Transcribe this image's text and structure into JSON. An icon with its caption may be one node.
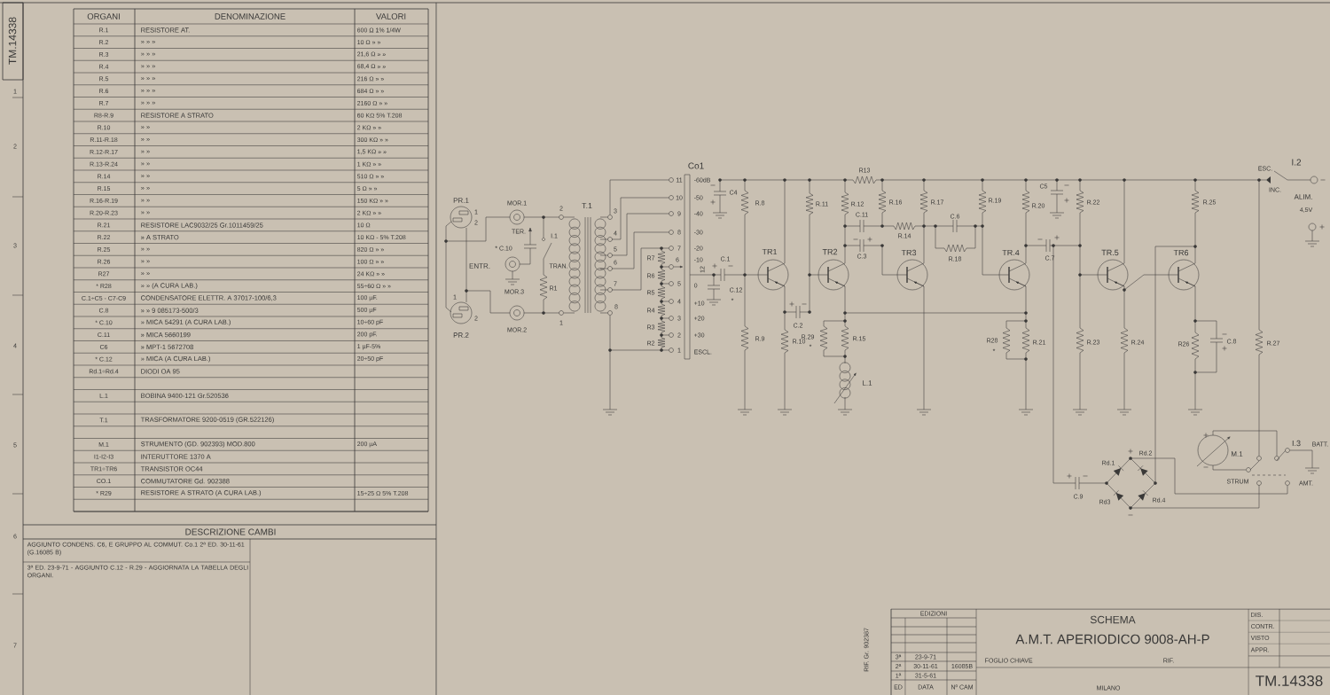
{
  "diagram": {
    "labels": [
      "TM.14338",
      "1",
      "2",
      "3",
      "4",
      "5",
      "6",
      "7",
      "ORGANI",
      "DENOMINAZIONE",
      "VALORI",
      "R.1",
      "RESISTORE AT.",
      "600 Ω 1% 1/4W",
      "R.2",
      "» » »",
      "10 Ω » »",
      "R.3",
      "» » »",
      "21,6 Ω » »",
      "R.4",
      "» » »",
      "68,4 Ω » »",
      "R.5",
      "» » »",
      "216 Ω » »",
      "R.6",
      "» » »",
      "684 Ω » »",
      "R.7",
      "» » »",
      "2160 Ω » »",
      "R8-R.9",
      "RESISTORE A STRATO",
      "60 KΩ 5% T.208",
      "R.10",
      "» »",
      "2 KΩ » »",
      "R.11-R.18",
      "» »",
      "300 KΩ » »",
      "R.12-R.17",
      "» »",
      "1,5 KΩ » »",
      "R.13-R.24",
      "» »",
      "1 KΩ » »",
      "R.14",
      "» »",
      "510 Ω » »",
      "R.15",
      "» »",
      "5 Ω » »",
      "R.16-R.19",
      "» »",
      "150 KΩ » »",
      "R.20-R.23",
      "» »",
      "2 KΩ » »",
      "R.21",
      "RESISTORE LAC9032/25 Gr.1011459/25",
      "10 Ω",
      "R.22",
      "» A STRATO",
      "10 KΩ - 5% T.208",
      "R.25",
      "» »",
      "820 Ω » »",
      "R.26",
      "» »",
      "100 Ω » »",
      "R27",
      "» »",
      "24 KΩ » »",
      "* R28",
      "» » (A CURA LAB.)",
      "55÷60 Ω » »",
      "C.1÷C5 - C7-C9",
      "CONDENSATORE ELETTR. A 37017-100/6,3",
      "100 µF.",
      "C.8",
      "» » 9 085173-500/3",
      "500 µF",
      "* C.10",
      "» MICA 54291 (A CURA LAB.)",
      "10÷60 pF",
      "C.11",
      "» MICA 5660199",
      "200 pF.",
      "C6",
      "» MPT-1 5672708",
      "1 µF-5%",
      "* C.12",
      "» MICA (A CURA LAB.)",
      "20÷50 pF",
      "Rd.1÷Rd.4",
      "DIODI OA 95",
      "L.1",
      "BOBINA 9400-121 Gr.520536",
      "T.1",
      "TRASFORMATORE 9200-0519 (GR.522126)",
      "M.1",
      "STRUMENTO (GD. 902393) MOD.800",
      "200 µA",
      "I1-I2-I3",
      "INTERUTTORE 1370 A",
      "TR1÷TR6",
      "TRANSISTOR OC44",
      "CO.1",
      "COMMUTATORE Gd. 902388",
      "* R29",
      "RESISTORE A STRATO (A CURA LAB.)",
      "15÷25 Ω 5% T.208",
      "DESCRIZIONE CAMBI",
      "AGGIUNTO CONDENS. C6, E GRUPPO AL COMMUT. Co.1 2ª ED. 30-11-61 (G.16085 B)",
      "3ª ED. 23-9-71 - AGGIUNTO C.12 - R.29 - AGGIORNATA LA TABELLA DEGLI ORGANI.",
      "PR.1",
      "1",
      "2",
      "1",
      "2",
      "PR.2",
      "MOR.1",
      "ENTR.",
      "* C.10",
      "TER.",
      "I.1",
      "TRAN.",
      "MOR.3",
      "R1",
      "MOR.2",
      "2",
      "1",
      "T.1",
      "3",
      "4",
      "5",
      "6",
      "7",
      "8",
      "Co1",
      "11",
      "10",
      "9",
      "8",
      "7",
      "6",
      "5",
      "4",
      "3",
      "2",
      "1",
      "-60dB",
      "-50",
      "-40",
      "-30",
      "-20",
      "-10",
      "12",
      "0",
      "+10",
      "+20",
      "+30",
      "ESCL.",
      "R7",
      "R6",
      "R5",
      "R4",
      "R3",
      "R2",
      "C4",
      "R.8",
      "C.1",
      "C.12",
      "*",
      "TR1",
      "R.9",
      "C.2",
      "R.10",
      "R.11",
      "TR2",
      "R.12",
      "C.11",
      "C.3",
      "R13",
      "R.29",
      "*",
      "R.15",
      "L.1",
      "R.16",
      "R.14",
      "R.17",
      "TR3",
      "C.6",
      "R.18",
      "R.19",
      "R.20",
      "C5",
      "C.7",
      "TR.4",
      "R28",
      "*",
      "R.21",
      "R.22",
      "TR.5",
      "R.23",
      "R.24",
      "R.25",
      "TR6",
      "R26",
      "C.8",
      "R.27",
      "I.2",
      "ESC.",
      "INC.",
      "ALIM.",
      "4,5V",
      "Rd.1",
      "Rd.2",
      "Rd3",
      "Rd.4",
      "C.9",
      "M.1",
      "I.3",
      "BATT.",
      "STRUM",
      "AMT.",
      "RIF. Gr. 902387",
      "EDIZIONI",
      "3ª",
      "23-9-71",
      "2ª",
      "30-11-61",
      "16085B",
      "1ª",
      "31-5-61",
      "ED",
      "DATA",
      "Nº CAM",
      "SCHEMA",
      "A.M.T. APERIODICO 9008-AH-P",
      "FOGLIO CHIAVE",
      "RIF.",
      "MILANO",
      "DIS.",
      "CONTR.",
      "VISTO",
      "APPR.",
      "TM.14338"
    ]
  }
}
